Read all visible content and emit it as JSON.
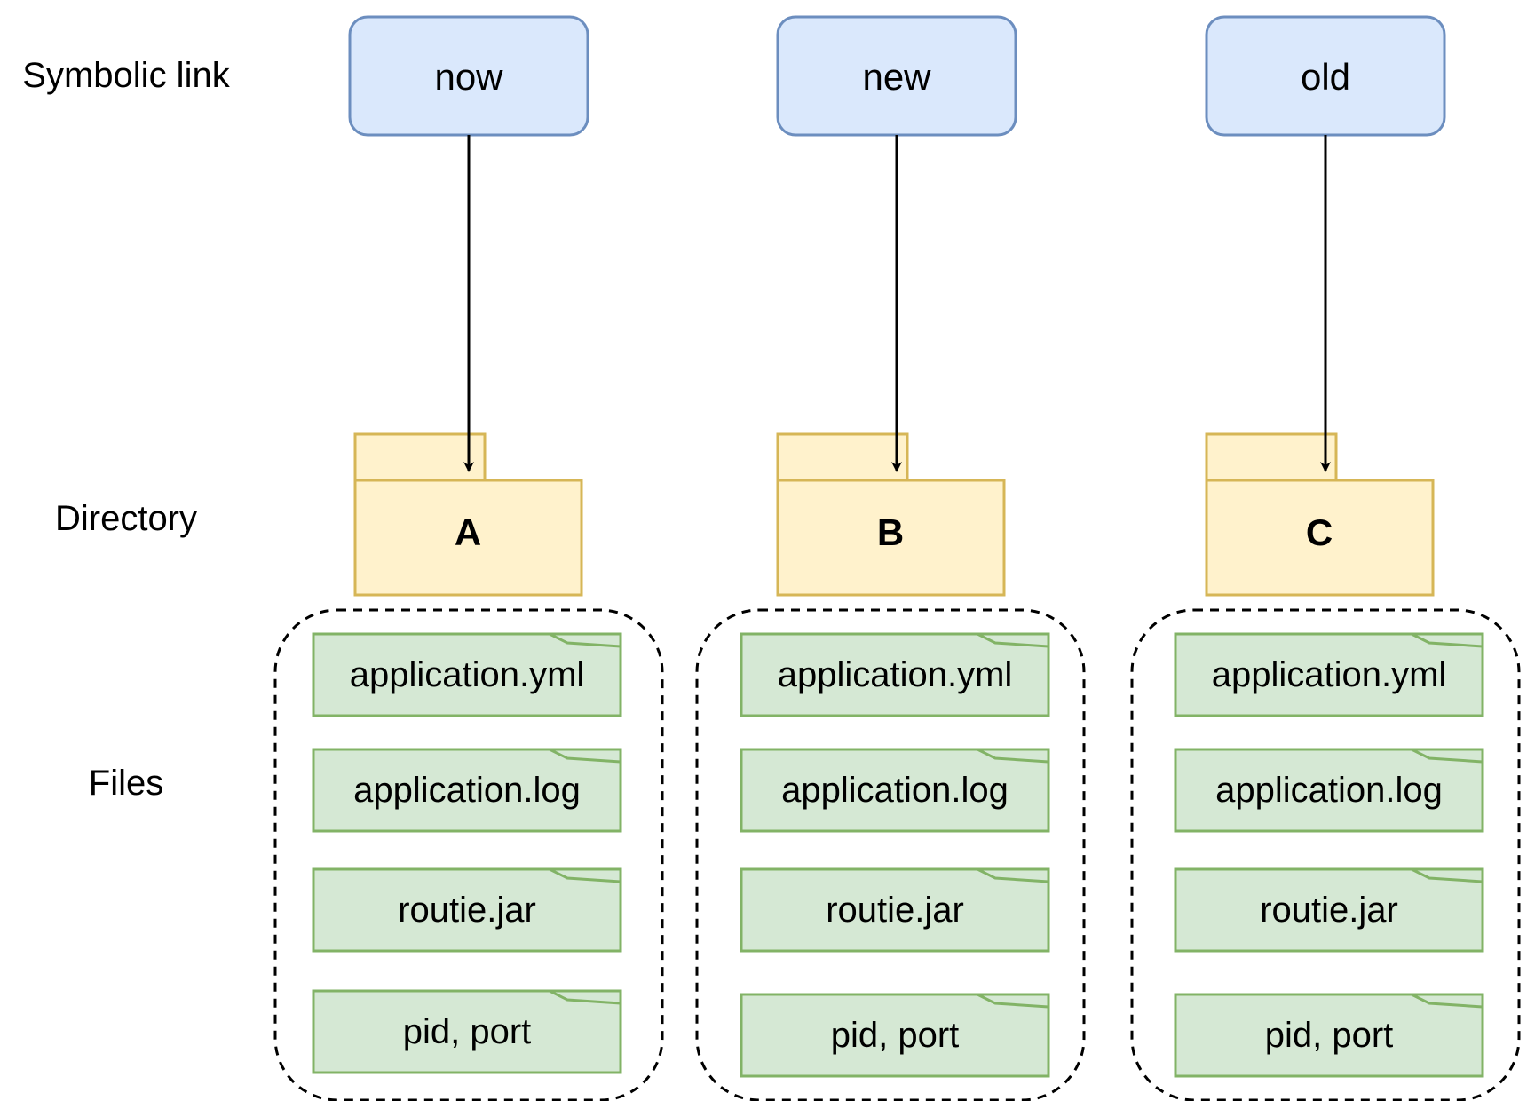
{
  "row_labels": {
    "symbolic_link": "Symbolic link",
    "directory": "Directory",
    "files": "Files"
  },
  "columns": [
    {
      "link": "now",
      "directory": "A",
      "files": [
        "application.yml",
        "application.log",
        "routie.jar",
        "pid, port"
      ]
    },
    {
      "link": "new",
      "directory": "B",
      "files": [
        "application.yml",
        "application.log",
        "routie.jar",
        "pid, port"
      ]
    },
    {
      "link": "old",
      "directory": "C",
      "files": [
        "application.yml",
        "application.log",
        "routie.jar",
        "pid, port"
      ]
    }
  ],
  "colors": {
    "link_fill": "#dae8fc",
    "link_stroke": "#6c8ebf",
    "folder_fill": "#fff2cc",
    "folder_stroke": "#d6b656",
    "file_fill": "#d5e8d4",
    "file_stroke": "#82b366",
    "group_stroke": "#000000",
    "arrow": "#000000"
  },
  "icons": {
    "directory": "folder-icon",
    "file": "file-note-icon"
  }
}
